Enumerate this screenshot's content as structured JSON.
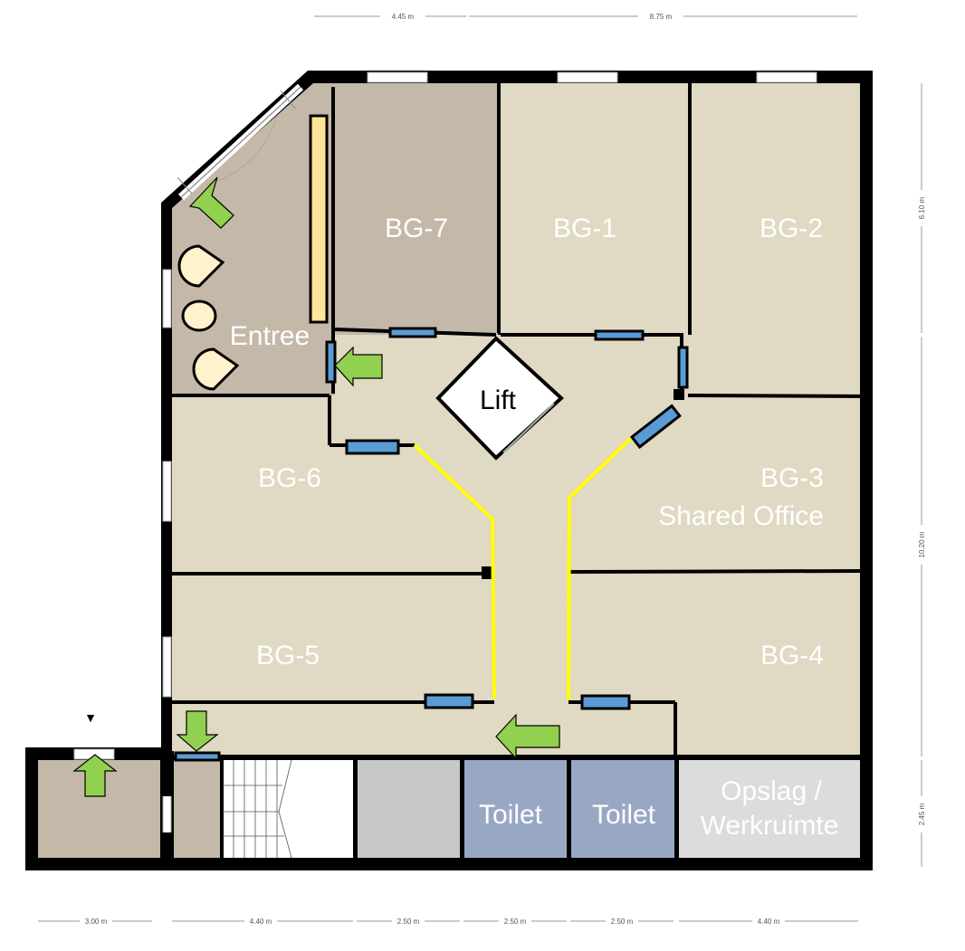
{
  "floorplan": {
    "colors": {
      "wall": "#000000",
      "room_dark": "#c4b8a8",
      "room_light": "#e0d9c3",
      "toilet": "#98a8c4",
      "storage_gray": "#c8c8c8",
      "opslag": "#dcdcdc",
      "door_blue": "#5b9bd5",
      "route_yellow": "#ffff00",
      "arrow_green": "#92d050",
      "desk_yellow": "#ffe599",
      "furniture_cream": "#fff2cc",
      "window_white": "#ffffff"
    },
    "rooms": {
      "bg7": "BG-7",
      "bg1": "BG-1",
      "bg2": "BG-2",
      "entree": "Entree",
      "lift": "Lift",
      "bg6": "BG-6",
      "bg3_line1": "BG-3",
      "bg3_line2": "Shared Office",
      "bg5": "BG-5",
      "bg4": "BG-4",
      "toilet1": "Toilet",
      "toilet2": "Toilet",
      "opslag_line1": "Opslag /",
      "opslag_line2": "Werkruimte"
    },
    "dimensions": {
      "top": [
        "4.45 m",
        "8.75 m"
      ],
      "right": [
        "6.10 m",
        "10.20 m",
        "2.45 m"
      ],
      "bottom": [
        "3.00 m",
        "4.40 m",
        "2.50 m",
        "2.50 m",
        "2.50 m",
        "4.40 m"
      ]
    },
    "icons": {
      "entrance_marker": "▼"
    }
  }
}
